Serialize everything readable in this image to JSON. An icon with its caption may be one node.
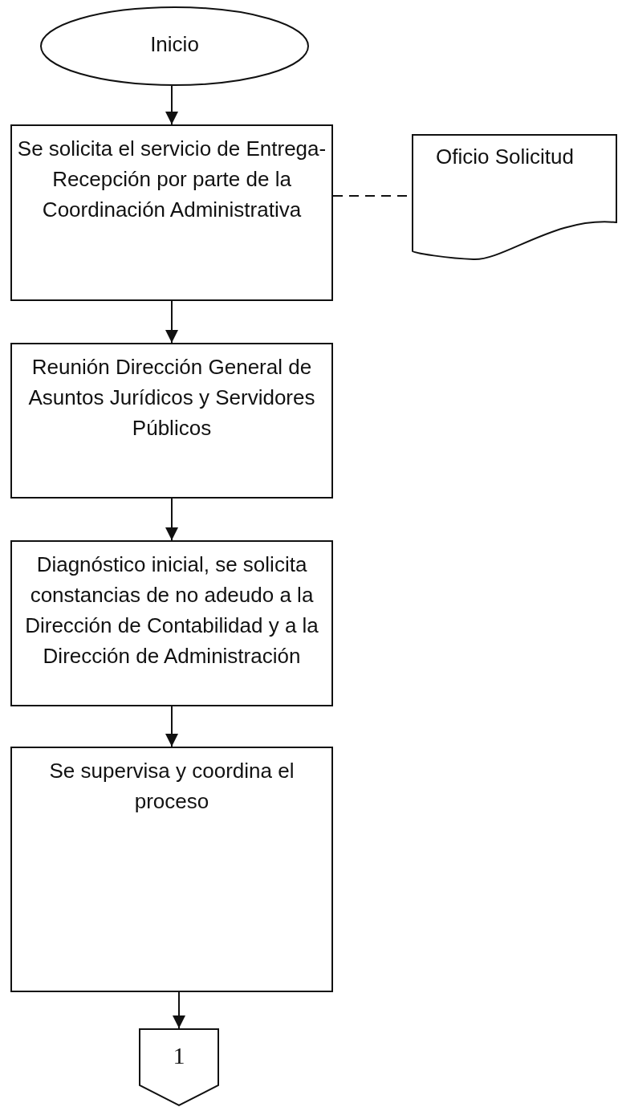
{
  "diagram": {
    "nodes": [
      {
        "text": [
          "Inicio"
        ]
      },
      {
        "text": [
          "Se solicita el servicio de Entrega- Recepción por parte de la Coordinación Administrativa"
        ]
      },
      {
        "text": [
          "Reunión Dirección General de Asuntos Jurídicos y Servidores Públicos"
        ]
      },
      {
        "text": [
          "Diagnóstico inicial, se solicita constancias de no adeudo a la Dirección de Contabilidad y a la Dirección de Administración"
        ]
      },
      {
        "text": [
          "Se supervisa y coordina el proceso"
        ]
      },
      {
        "text": [
          "Oficio Solicitud"
        ]
      },
      {
        "text": [
          "1"
        ]
      }
    ],
    "edges": [
      {
        "from": 0,
        "to": 1,
        "arrow": "to"
      },
      {
        "from": 1,
        "to": 5,
        "arrow": "none",
        "style": "dashed"
      },
      {
        "from": 1,
        "to": 2,
        "arrow": "to"
      },
      {
        "from": 2,
        "to": 3,
        "arrow": "to"
      },
      {
        "from": 3,
        "to": 4,
        "arrow": "to"
      },
      {
        "from": 4,
        "to": 6,
        "arrow": "to"
      }
    ]
  }
}
